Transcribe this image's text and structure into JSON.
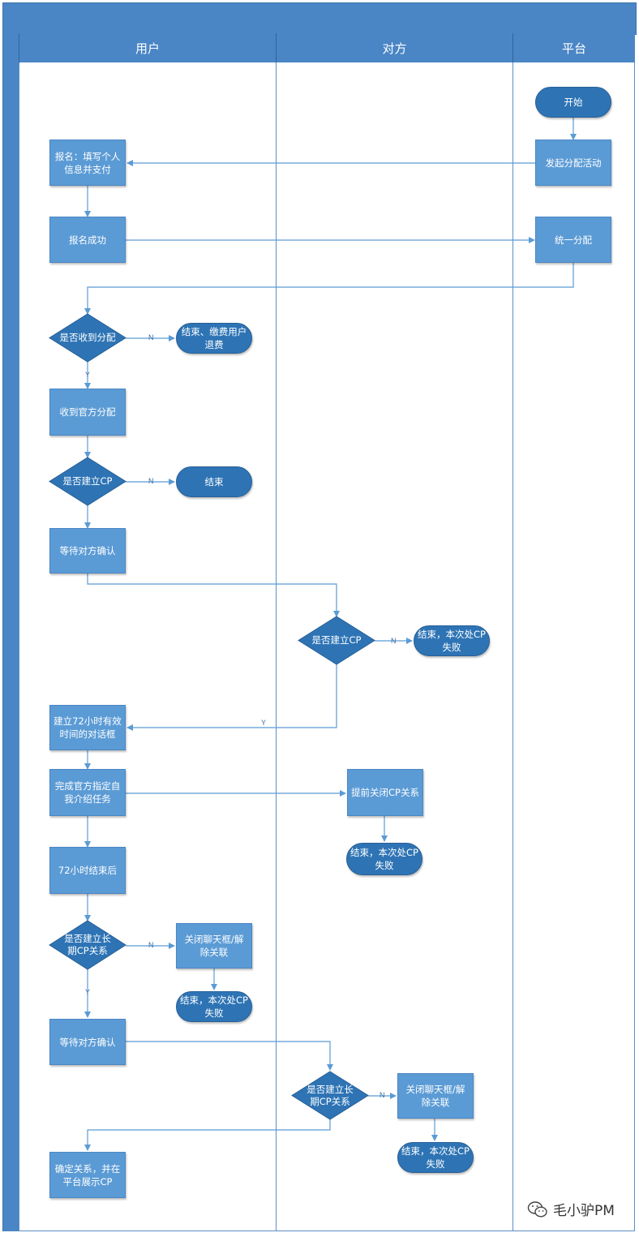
{
  "lanes": [
    {
      "id": "user",
      "title": "用户"
    },
    {
      "id": "other",
      "title": "对方"
    },
    {
      "id": "platform",
      "title": "平台"
    }
  ],
  "nodes": {
    "start": "开始",
    "launch": "发起分配活动",
    "signup": "报名：填写个人信息并支付",
    "signup_ok": "报名成功",
    "assign": "统一分配",
    "d_received": "是否收到分配",
    "end_refund": "结束、缴费用户退费",
    "received": "收到官方分配",
    "d_build_cp": "是否建立CP",
    "end1": "结束",
    "wait_confirm1": "等待对方确认",
    "o_d_build_cp": "是否建立CP",
    "o_end_fail1": "结束，本次处CP失败",
    "dialog72": "建立72小时有效时间的对话框",
    "intro_task": "完成官方指定自我介绍任务",
    "close_early": "提前关闭CP关系",
    "o_end_fail2": "结束，本次处CP失败",
    "after72": "72小时结束后",
    "d_long_cp": "是否建立长期CP关系",
    "close_chat1": "关闭聊天框/解除关联",
    "end_fail3": "结束，本次处CP失败",
    "wait_confirm2": "等待对方确认",
    "o_d_long_cp": "是否建立长期CP关系",
    "o_close_chat": "关闭聊天框/解除关联",
    "o_end_fail4": "结束，本次处CP失败",
    "confirm_show": "确定关系，并在平台展示CP"
  },
  "edge_labels": {
    "n1": "N",
    "y1": "Y",
    "n2": "N",
    "n3": "N",
    "y2": "Y",
    "n4": "N",
    "y3": "Y",
    "n5": "N"
  },
  "watermark": "毛小驴PM",
  "colors": {
    "header": "#4a86c5",
    "process": "#5b9bd5",
    "terminator": "#2e74b5",
    "line": "#5b9bd5"
  }
}
